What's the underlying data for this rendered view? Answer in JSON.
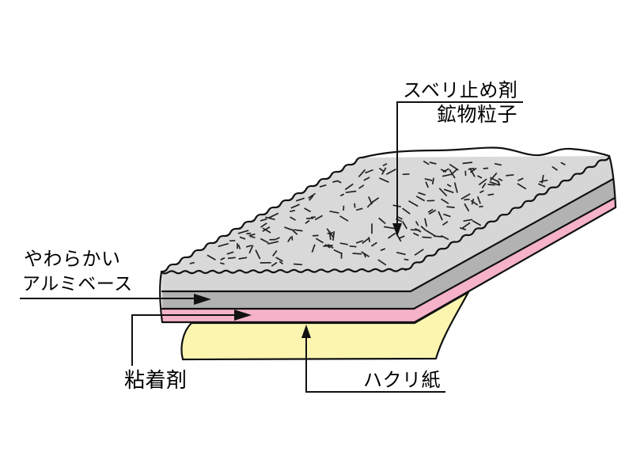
{
  "diagram": {
    "title_implied": "anti-slip tape layer structure",
    "labels": {
      "top_line1": "スベリ止め剤",
      "top_line2": "鉱物粒子",
      "left_line1": "やわらかい",
      "left_line2": "アルミベース",
      "bottom_left": "粘着剤",
      "bottom_right": "ハクリ紙"
    },
    "colors": {
      "surface_gray": "#d9d9d9",
      "side_gray": "#d6d6d6",
      "alu_gray": "#b2b2b2",
      "adhesive_pink": "#f5b2c9",
      "paper_yellow": "#fbf5b0",
      "outline": "#111111",
      "background": "#ffffff",
      "particle": "#222222"
    }
  }
}
